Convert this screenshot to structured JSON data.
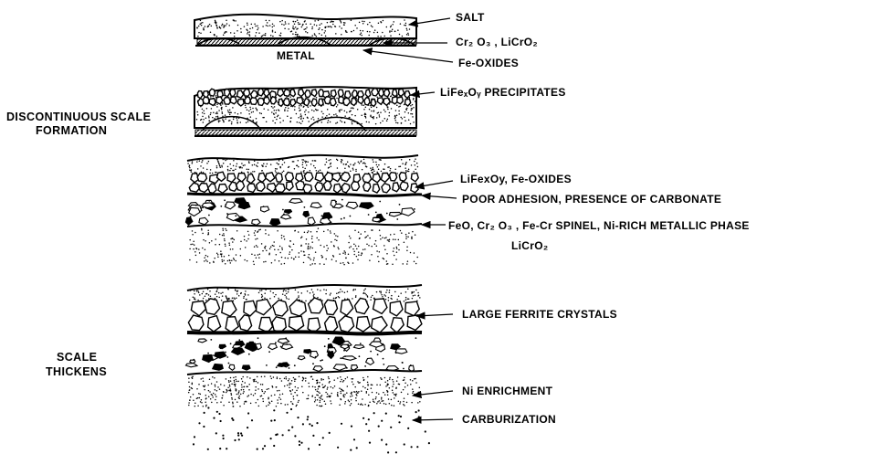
{
  "stage1": {
    "salt": "SALT",
    "metal": "METAL",
    "oxide_a": "Cr₂ O₃ , LiCrO₂",
    "oxide_b": "Fe-OXIDES"
  },
  "stage2": {
    "side_line1": "DISCONTINUOUS SCALE",
    "side_line2": "FORMATION",
    "precipitates": "LiFeₓOᵧ PRECIPITATES"
  },
  "stage3": {
    "outer": "LiFexOy, Fe-OXIDES",
    "adhesion": "POOR ADHESION, PRESENCE OF CARBONATE",
    "inner": "FeO, Cr₂ O₃ , Fe-Cr SPINEL, Ni-RICH METALLIC PHASE",
    "licro2": "LiCrO₂"
  },
  "stage4": {
    "side_line1": "SCALE",
    "side_line2": "THICKENS",
    "ferrite": "LARGE FERRITE CRYSTALS",
    "ni": "Ni ENRICHMENT",
    "carb": "CARBURIZATION"
  }
}
